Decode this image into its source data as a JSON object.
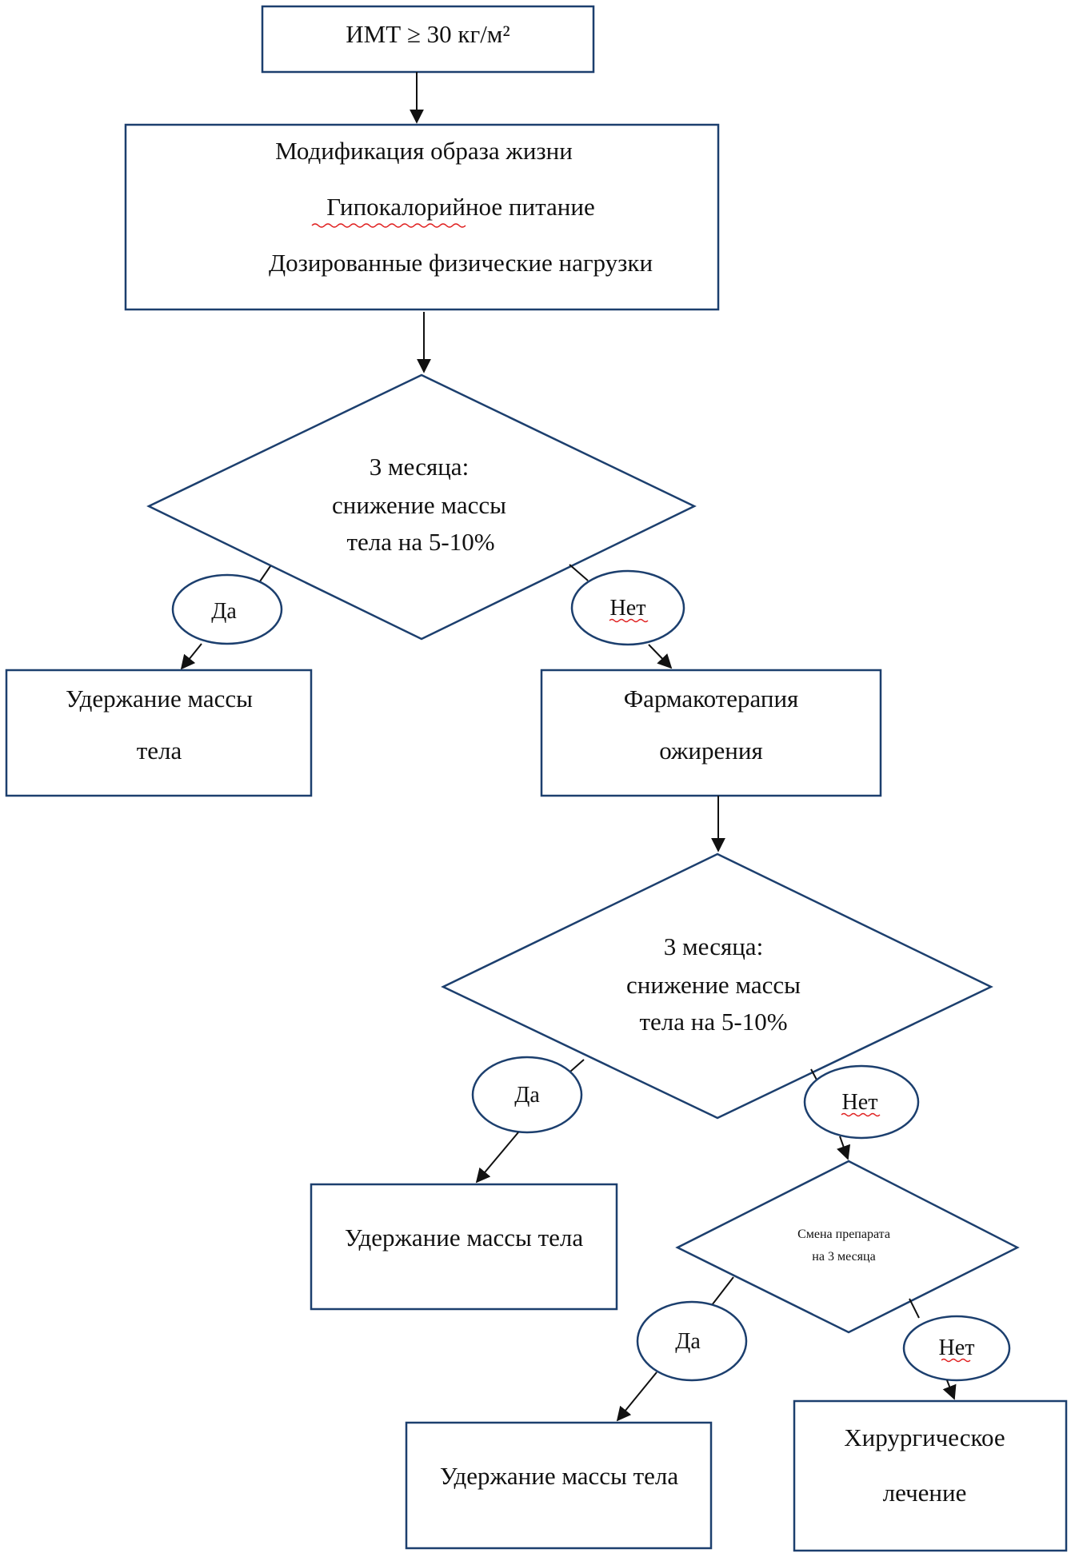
{
  "nodes": {
    "start": "ИМТ ≥ 30 кг/м²",
    "lifestyle": {
      "line1": "Модификация образа жизни",
      "line2": "Гипокалорийное питание",
      "line3": "Дозированные физические нагрузки"
    },
    "decision1": {
      "line1": "3 месяца:",
      "line2": "снижение массы",
      "line3": "тела на 5-10%"
    },
    "decision1_yes": "Да",
    "decision1_no": "Нет",
    "maintain1": {
      "line1": "Удержание массы",
      "line2": "тела"
    },
    "pharmacotherapy": {
      "line1": "Фармакотерапия",
      "line2": "ожирения"
    },
    "decision2": {
      "line1": "3 месяца:",
      "line2": "снижение массы",
      "line3": "тела на 5-10%"
    },
    "decision2_yes": "Да",
    "decision2_no": "Нет",
    "maintain2": "Удержание массы тела",
    "decision3": {
      "line1": "Смена препарата",
      "line2": "на 3 месяца"
    },
    "decision3_yes": "Да",
    "decision3_no": "Нет",
    "maintain3": "Удержание массы тела",
    "surgery": {
      "line1": "Хирургическое",
      "line2": "лечение"
    }
  }
}
